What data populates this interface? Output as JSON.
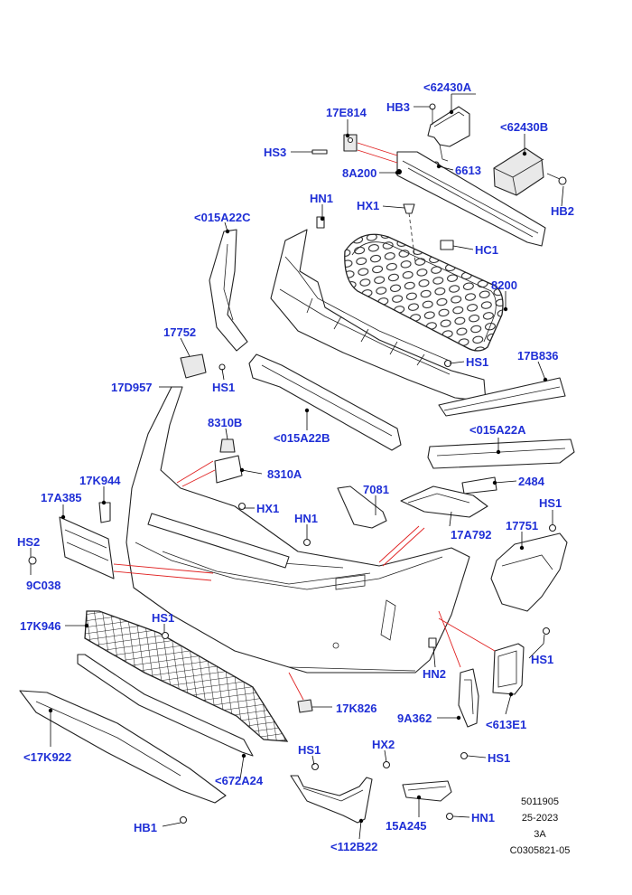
{
  "labels": {
    "l62430A": "<62430A",
    "lHB3": "HB3",
    "l17E814": "17E814",
    "l62430B": "<62430B",
    "lHS3": "HS3",
    "l8A200": "8A200",
    "l6613": "6613",
    "lHN1a": "HN1",
    "lHX1a": "HX1",
    "lHB2": "HB2",
    "l015A22C": "<015A22C",
    "lHC1": "HC1",
    "l8200": "8200",
    "l17752": "17752",
    "l17B836": "17B836",
    "lHS1a": "HS1",
    "l17D957": "17D957",
    "lHS1b": "HS1",
    "l8310B": "8310B",
    "l015A22B": "<015A22B",
    "l015A22A": "<015A22A",
    "l8310A": "8310A",
    "l17K944": "17K944",
    "l2484": "2484",
    "l7081": "7081",
    "l17A385": "17A385",
    "lHX1b": "HX1",
    "lHS1c": "HS1",
    "lHN1b": "HN1",
    "l17751": "17751",
    "lHS2": "HS2",
    "l17A792": "17A792",
    "l9C038": "9C038",
    "l17K946": "17K946",
    "lHS1d": "HS1",
    "lHS1e": "HS1",
    "lHN2": "HN2",
    "l17K826": "17K826",
    "l9A362": "9A362",
    "l613E1": "<613E1",
    "l17K922": "<17K922",
    "lHS1f": "HS1",
    "lHX2": "HX2",
    "lHS1g": "HS1",
    "l672A24": "<672A24",
    "lHN1c": "HN1",
    "l15A245": "15A245",
    "lHB1": "HB1",
    "l112B22": "<112B22"
  },
  "reference": {
    "line1": "5011905",
    "line2": "25-2023",
    "line3": "3A",
    "line4": "C0305821-05"
  }
}
